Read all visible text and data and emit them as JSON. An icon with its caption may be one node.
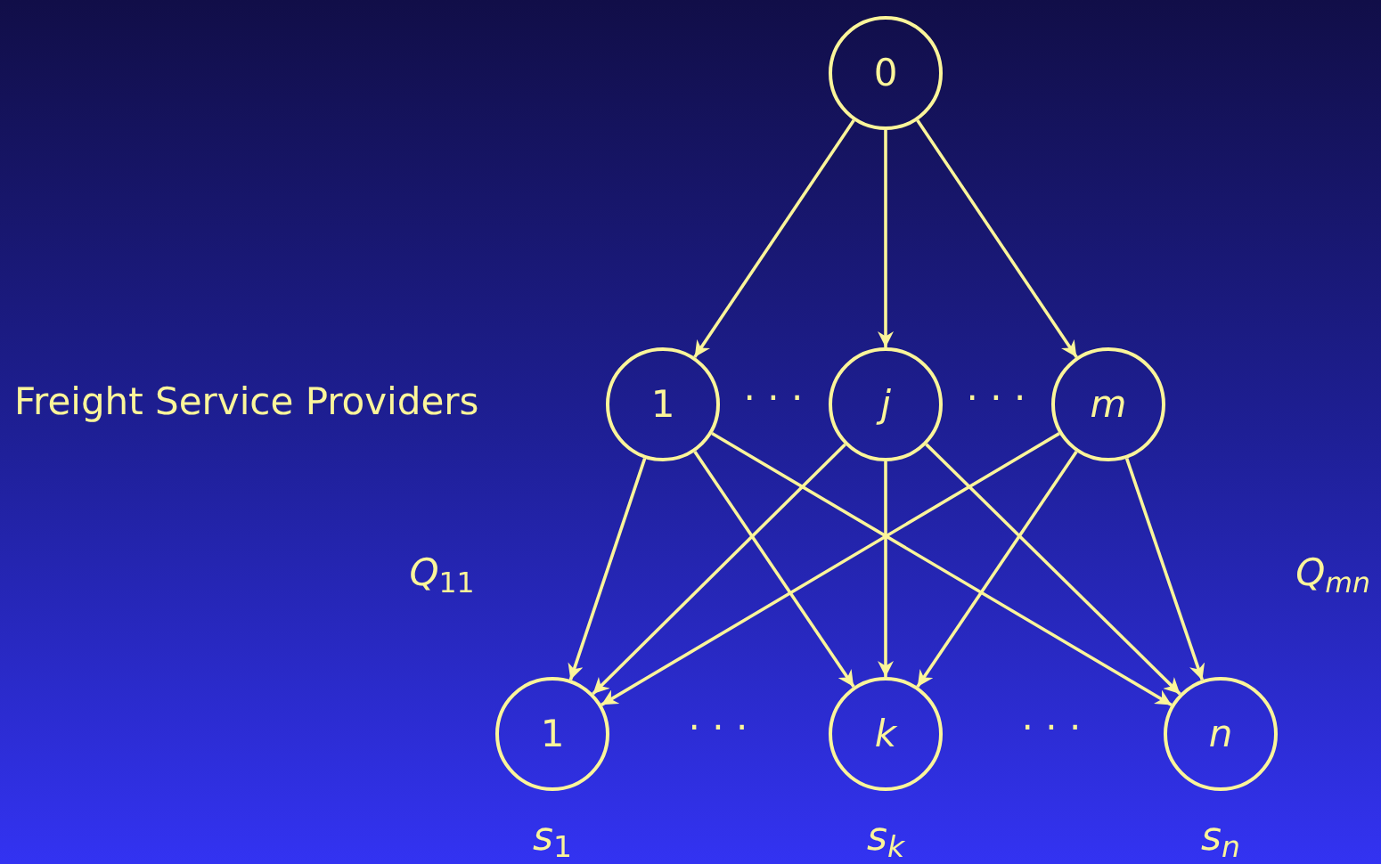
{
  "diagram": {
    "nodes": [
      {
        "text": [
          "0"
        ]
      },
      {
        "text": [
          "1"
        ]
      },
      {
        "text": [
          "j"
        ]
      },
      {
        "text": [
          "m"
        ]
      },
      {
        "text": [
          "1"
        ],
        "beside": [
          "*s*$_{1}$"
        ]
      },
      {
        "text": [
          "k"
        ],
        "beside": [
          "*s*$_{k}$"
        ]
      },
      {
        "text": [
          "n"
        ],
        "beside": [
          "*s*$_{n}$"
        ]
      }
    ],
    "edges": [
      {
        "from": 0,
        "to": 1,
        "arrow": "to"
      },
      {
        "from": 0,
        "to": 2,
        "arrow": "to"
      },
      {
        "from": 0,
        "to": 3,
        "arrow": "to"
      },
      {
        "from": 1,
        "to": 4,
        "arrow": "to"
      },
      {
        "from": 1,
        "to": 5,
        "arrow": "to"
      },
      {
        "from": 1,
        "to": 6,
        "arrow": "to"
      },
      {
        "from": 2,
        "to": 4,
        "arrow": "to"
      },
      {
        "from": 2,
        "to": 5,
        "arrow": "to"
      },
      {
        "from": 2,
        "to": 6,
        "arrow": "to"
      },
      {
        "from": 3,
        "to": 4,
        "arrow": "to"
      },
      {
        "from": 3,
        "to": 5,
        "arrow": "to"
      },
      {
        "from": 3,
        "to": 6,
        "arrow": "to"
      }
    ],
    "labels": [
      "Freight Service Providers",
      "· · ·",
      "· · ·",
      "*Q*$_{11}$",
      "*Q*$_{mn}$",
      "· · ·",
      "· · ·"
    ]
  }
}
